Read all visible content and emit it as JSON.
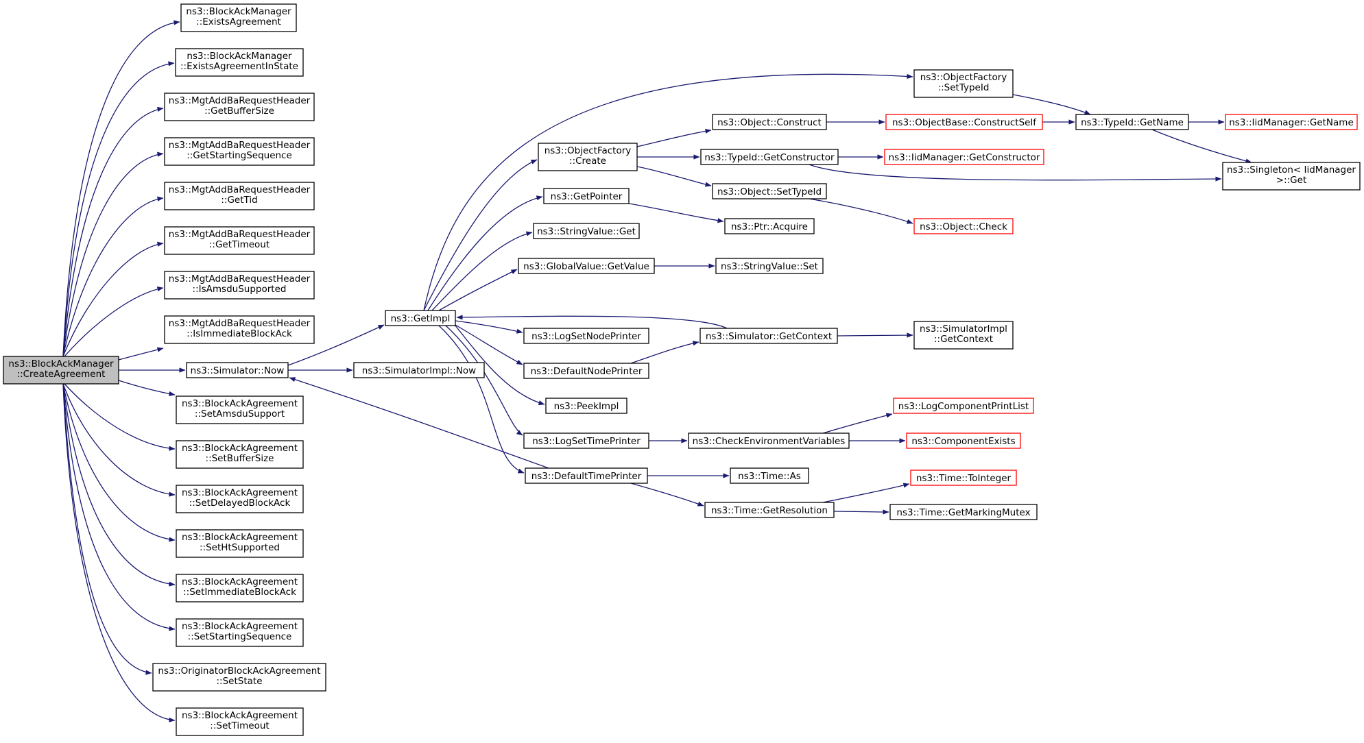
{
  "colors": {
    "edge": "#191970",
    "box": "#000000",
    "box_truncated": "#ff0000",
    "root_fill": "#bfbfbf"
  },
  "nodes": {
    "root": {
      "lines": [
        "ns3::BlockAckManager",
        "::CreateAgreement"
      ]
    },
    "exists_agreement": {
      "lines": [
        "ns3::BlockAckManager",
        "::ExistsAgreement"
      ]
    },
    "exists_agreement_in_state": {
      "lines": [
        "ns3::BlockAckManager",
        "::ExistsAgreementInState"
      ]
    },
    "get_buffer_size": {
      "lines": [
        "ns3::MgtAddBaRequestHeader",
        "::GetBufferSize"
      ]
    },
    "get_starting_sequence": {
      "lines": [
        "ns3::MgtAddBaRequestHeader",
        "::GetStartingSequence"
      ]
    },
    "get_tid": {
      "lines": [
        "ns3::MgtAddBaRequestHeader",
        "::GetTid"
      ]
    },
    "get_timeout": {
      "lines": [
        "ns3::MgtAddBaRequestHeader",
        "::GetTimeout"
      ]
    },
    "is_amsdu_supported": {
      "lines": [
        "ns3::MgtAddBaRequestHeader",
        "::IsAmsduSupported"
      ]
    },
    "is_immediate_block_ack": {
      "lines": [
        "ns3::MgtAddBaRequestHeader",
        "::IsImmediateBlockAck"
      ]
    },
    "simulator_now": {
      "lines": [
        "ns3::Simulator::Now"
      ]
    },
    "set_amsdu_support": {
      "lines": [
        "ns3::BlockAckAgreement",
        "::SetAmsduSupport"
      ]
    },
    "set_buffer_size": {
      "lines": [
        "ns3::BlockAckAgreement",
        "::SetBufferSize"
      ]
    },
    "set_delayed_block_ack": {
      "lines": [
        "ns3::BlockAckAgreement",
        "::SetDelayedBlockAck"
      ]
    },
    "set_ht_supported": {
      "lines": [
        "ns3::BlockAckAgreement",
        "::SetHtSupported"
      ]
    },
    "set_immediate_block_ack": {
      "lines": [
        "ns3::BlockAckAgreement",
        "::SetImmediateBlockAck"
      ]
    },
    "set_starting_sequence": {
      "lines": [
        "ns3::BlockAckAgreement",
        "::SetStartingSequence"
      ]
    },
    "set_state": {
      "lines": [
        "ns3::OriginatorBlockAckAgreement",
        "::SetState"
      ]
    },
    "set_timeout": {
      "lines": [
        "ns3::BlockAckAgreement",
        "::SetTimeout"
      ]
    },
    "get_impl": {
      "lines": [
        "ns3::GetImpl"
      ]
    },
    "simulator_impl_now": {
      "lines": [
        "ns3::SimulatorImpl::Now"
      ]
    },
    "object_factory_create": {
      "lines": [
        "ns3::ObjectFactory",
        "::Create"
      ]
    },
    "get_pointer": {
      "lines": [
        "ns3::GetPointer"
      ]
    },
    "string_value_get": {
      "lines": [
        "ns3::StringValue::Get"
      ]
    },
    "global_value_get_value": {
      "lines": [
        "ns3::GlobalValue::GetValue"
      ]
    },
    "log_set_node_printer": {
      "lines": [
        "ns3::LogSetNodePrinter"
      ]
    },
    "default_node_printer": {
      "lines": [
        "ns3::DefaultNodePrinter"
      ]
    },
    "peek_impl": {
      "lines": [
        "ns3::PeekImpl"
      ]
    },
    "log_set_time_printer": {
      "lines": [
        "ns3::LogSetTimePrinter"
      ]
    },
    "default_time_printer": {
      "lines": [
        "ns3::DefaultTimePrinter"
      ]
    },
    "object_factory_set_type_id": {
      "lines": [
        "ns3::ObjectFactory",
        "::SetTypeId"
      ]
    },
    "object_construct": {
      "lines": [
        "ns3::Object::Construct"
      ]
    },
    "type_id_get_constructor": {
      "lines": [
        "ns3::TypeId::GetConstructor"
      ]
    },
    "object_set_type_id": {
      "lines": [
        "ns3::Object::SetTypeId"
      ]
    },
    "ptr_acquire": {
      "lines": [
        "ns3::Ptr::Acquire"
      ]
    },
    "string_value_set": {
      "lines": [
        "ns3::StringValue::Set"
      ]
    },
    "simulator_get_context": {
      "lines": [
        "ns3::Simulator::GetContext"
      ]
    },
    "check_environment_variables": {
      "lines": [
        "ns3::CheckEnvironmentVariables"
      ]
    },
    "time_as": {
      "lines": [
        "ns3::Time::As"
      ]
    },
    "time_get_resolution": {
      "lines": [
        "ns3::Time::GetResolution"
      ]
    },
    "object_base_construct_self": {
      "lines": [
        "ns3::ObjectBase::ConstructSelf"
      ]
    },
    "iid_manager_get_constructor": {
      "lines": [
        "ns3::IidManager::GetConstructor"
      ]
    },
    "object_check": {
      "lines": [
        "ns3::Object::Check"
      ]
    },
    "simulator_impl_get_context": {
      "lines": [
        "ns3::SimulatorImpl",
        "::GetContext"
      ]
    },
    "log_component_print_list": {
      "lines": [
        "ns3::LogComponentPrintList"
      ]
    },
    "component_exists": {
      "lines": [
        "ns3::ComponentExists"
      ]
    },
    "time_to_integer": {
      "lines": [
        "ns3::Time::ToInteger"
      ]
    },
    "time_get_marking_mutex": {
      "lines": [
        "ns3::Time::GetMarkingMutex"
      ]
    },
    "type_id_get_name": {
      "lines": [
        "ns3::TypeId::GetName"
      ]
    },
    "singleton_get": {
      "lines": [
        "ns3::Singleton< IidManager",
        " >::Get"
      ]
    },
    "iid_manager_get_name": {
      "lines": [
        "ns3::IidManager::GetName"
      ]
    }
  },
  "edges": [
    [
      "root",
      "exists_agreement"
    ],
    [
      "root",
      "exists_agreement_in_state"
    ],
    [
      "root",
      "get_buffer_size"
    ],
    [
      "root",
      "get_starting_sequence"
    ],
    [
      "root",
      "get_tid"
    ],
    [
      "root",
      "get_timeout"
    ],
    [
      "root",
      "is_amsdu_supported"
    ],
    [
      "root",
      "is_immediate_block_ack"
    ],
    [
      "root",
      "simulator_now"
    ],
    [
      "root",
      "set_amsdu_support"
    ],
    [
      "root",
      "set_buffer_size"
    ],
    [
      "root",
      "set_delayed_block_ack"
    ],
    [
      "root",
      "set_ht_supported"
    ],
    [
      "root",
      "set_immediate_block_ack"
    ],
    [
      "root",
      "set_starting_sequence"
    ],
    [
      "root",
      "set_state"
    ],
    [
      "root",
      "set_timeout"
    ],
    [
      "simulator_now",
      "get_impl"
    ],
    [
      "simulator_now",
      "simulator_impl_now"
    ],
    [
      "get_impl",
      "object_factory_create"
    ],
    [
      "get_impl",
      "get_pointer"
    ],
    [
      "get_impl",
      "string_value_get"
    ],
    [
      "get_impl",
      "global_value_get_value"
    ],
    [
      "get_impl",
      "log_set_node_printer"
    ],
    [
      "get_impl",
      "default_node_printer"
    ],
    [
      "get_impl",
      "peek_impl"
    ],
    [
      "get_impl",
      "log_set_time_printer"
    ],
    [
      "get_impl",
      "default_time_printer"
    ],
    [
      "get_impl",
      "object_factory_set_type_id"
    ],
    [
      "object_factory_create",
      "object_construct"
    ],
    [
      "object_factory_create",
      "type_id_get_constructor"
    ],
    [
      "object_factory_create",
      "object_set_type_id"
    ],
    [
      "get_pointer",
      "ptr_acquire"
    ],
    [
      "global_value_get_value",
      "string_value_set"
    ],
    [
      "default_node_printer",
      "simulator_get_context"
    ],
    [
      "simulator_get_context",
      "get_impl"
    ],
    [
      "simulator_get_context",
      "simulator_impl_get_context"
    ],
    [
      "log_set_time_printer",
      "check_environment_variables"
    ],
    [
      "default_time_printer",
      "simulator_now"
    ],
    [
      "default_time_printer",
      "time_as"
    ],
    [
      "default_time_printer",
      "time_get_resolution"
    ],
    [
      "object_construct",
      "object_base_construct_self"
    ],
    [
      "type_id_get_constructor",
      "iid_manager_get_constructor"
    ],
    [
      "type_id_get_constructor",
      "singleton_get"
    ],
    [
      "object_set_type_id",
      "object_check"
    ],
    [
      "check_environment_variables",
      "log_component_print_list"
    ],
    [
      "check_environment_variables",
      "component_exists"
    ],
    [
      "time_get_resolution",
      "time_to_integer"
    ],
    [
      "time_get_resolution",
      "time_get_marking_mutex"
    ],
    [
      "object_factory_set_type_id",
      "type_id_get_name"
    ],
    [
      "object_base_construct_self",
      "type_id_get_name"
    ],
    [
      "type_id_get_name",
      "iid_manager_get_name"
    ],
    [
      "type_id_get_name",
      "singleton_get"
    ]
  ]
}
